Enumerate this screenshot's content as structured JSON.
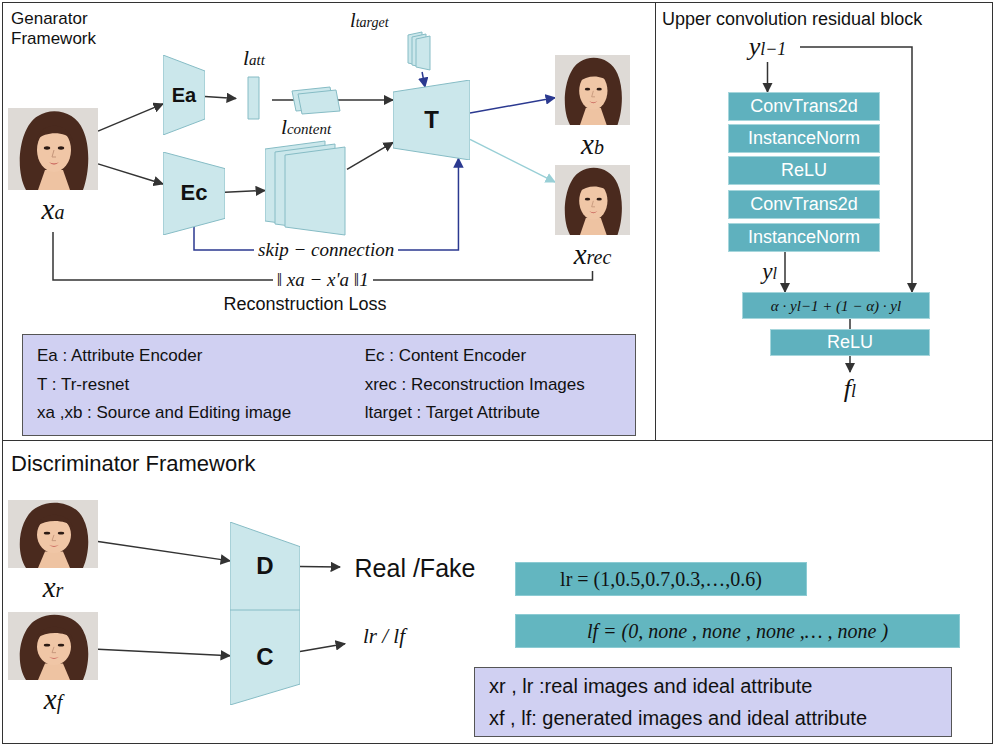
{
  "diagram": {
    "nodes": [
      {
        "text": [
          "Genarator Framework"
        ]
      },
      {
        "text": [
          "Upper convolution residual block"
        ]
      },
      {
        "text": [
          "Discriminator Framework"
        ]
      },
      {
        "text": [
          "xa"
        ],
        "in": 0
      },
      {
        "text": [
          "Ea"
        ],
        "in": 0
      },
      {
        "text": [
          "Ec"
        ],
        "in": 0
      },
      {
        "text": [
          "latt"
        ],
        "in": 0
      },
      {
        "text": [
          "lcontent"
        ],
        "in": 0
      },
      {
        "text": [
          "ltarget"
        ],
        "in": 0
      },
      {
        "text": [
          "T"
        ],
        "in": 0
      },
      {
        "text": [
          "xb"
        ],
        "in": 0
      },
      {
        "text": [
          "xrec"
        ],
        "in": 0
      },
      {
        "text": [
          "Ea : Attribute Encoder",
          "Ec : Content Encoder",
          "T : Tr-resnet",
          "xrec : Reconstruction Images",
          "xa ,xb : Source and Editing image",
          "ltarget : Target Attribute"
        ],
        "in": 0
      },
      {
        "text": [
          "yl−1"
        ],
        "in": 1
      },
      {
        "text": [
          "ConvTrans2d"
        ],
        "in": 1
      },
      {
        "text": [
          "InstanceNorm"
        ],
        "in": 1
      },
      {
        "text": [
          "ReLU"
        ],
        "in": 1
      },
      {
        "text": [
          "ConvTrans2d"
        ],
        "in": 1
      },
      {
        "text": [
          "InstanceNorm"
        ],
        "in": 1
      },
      {
        "text": [
          "α · yl−1 + (1 − α) · yl"
        ],
        "in": 1
      },
      {
        "text": [
          "ReLU"
        ],
        "in": 1
      },
      {
        "text": [
          "fl"
        ],
        "in": 1
      },
      {
        "text": [
          "xr"
        ],
        "in": 2
      },
      {
        "text": [
          "xf"
        ],
        "in": 2
      },
      {
        "text": [
          "D"
        ],
        "in": 2
      },
      {
        "text": [
          "C"
        ],
        "in": 2
      },
      {
        "text": [
          "Real /Fake"
        ],
        "in": 2
      },
      {
        "text": [
          "lr / lf"
        ],
        "in": 2
      },
      {
        "text": [
          "lr = (1,0.5,0.7,0.3,…,0.6)"
        ],
        "in": 2
      },
      {
        "text": [
          "lf = (0, none , none , none ,… , none )"
        ],
        "in": 2
      },
      {
        "text": [
          "xr , lr :real images and ideal attribute",
          "xf , lf: generated images and ideal attribute"
        ],
        "in": 2
      }
    ],
    "edges": [
      {
        "from": 3,
        "to": 4,
        "arrow": "to"
      },
      {
        "from": 3,
        "to": 5,
        "arrow": "to"
      },
      {
        "from": 4,
        "to": 6,
        "arrow": "to"
      },
      {
        "from": 6,
        "to": 9,
        "arrow": "to"
      },
      {
        "from": 5,
        "to": 7,
        "arrow": "to"
      },
      {
        "from": 7,
        "to": 9,
        "arrow": "to"
      },
      {
        "from": 5,
        "to": 9,
        "arrow": "to",
        "label": "skip − connection"
      },
      {
        "from": 8,
        "to": 9,
        "arrow": "to"
      },
      {
        "from": 9,
        "to": 10,
        "arrow": "to"
      },
      {
        "from": 9,
        "to": 11,
        "arrow": "to"
      },
      {
        "from": 11,
        "to": 3,
        "arrow": "none",
        "label": "‖ xa − x'a ‖1"
      },
      {
        "from": 13,
        "to": 14,
        "arrow": "to"
      },
      {
        "from": 18,
        "to": 19,
        "arrow": "to",
        "label": "yl"
      },
      {
        "from": 13,
        "to": 19,
        "arrow": "to"
      },
      {
        "from": 19,
        "to": 20,
        "arrow": "none"
      },
      {
        "from": 20,
        "to": 21,
        "arrow": "to"
      },
      {
        "from": 22,
        "to": 24,
        "arrow": "to"
      },
      {
        "from": 23,
        "to": 25,
        "arrow": "to"
      },
      {
        "from": 24,
        "to": 26,
        "arrow": "to"
      },
      {
        "from": 25,
        "to": 27,
        "arrow": "to"
      }
    ],
    "labels": [
      "Reconstruction Loss"
    ]
  }
}
